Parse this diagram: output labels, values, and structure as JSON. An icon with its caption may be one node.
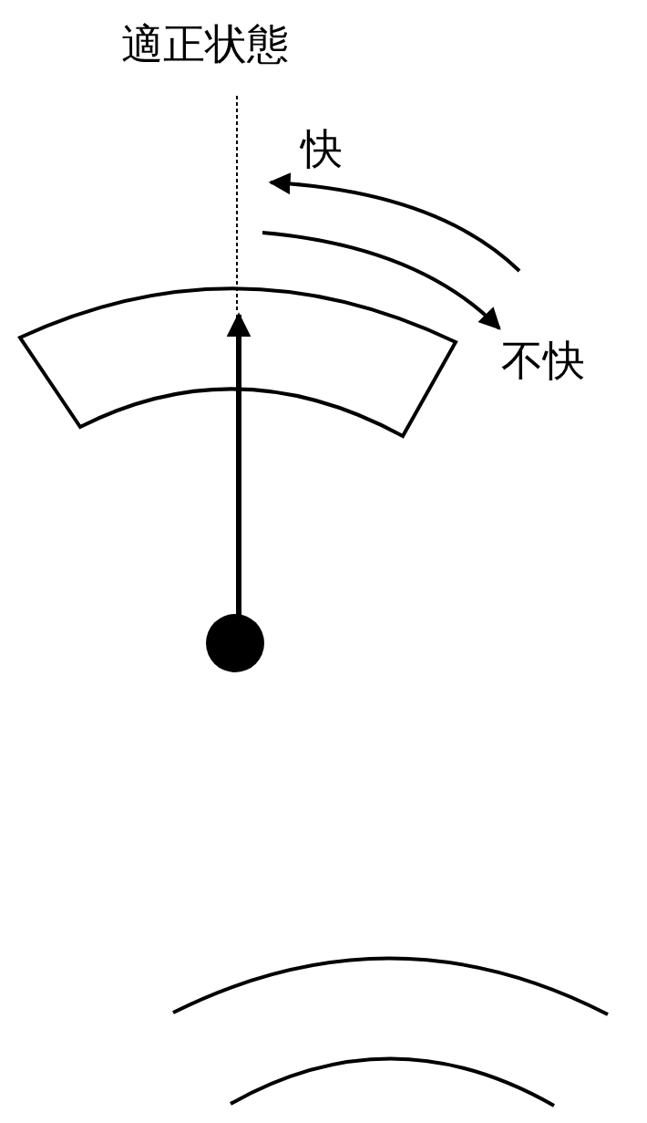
{
  "diagram": {
    "labels": [
      "適正状態",
      "快",
      "不快"
    ]
  }
}
